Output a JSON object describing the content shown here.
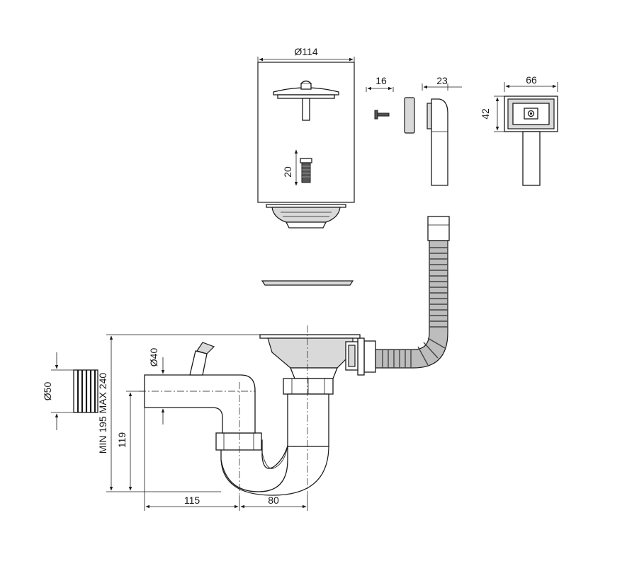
{
  "dimensions": {
    "strainer_diameter": "Ø114",
    "screw_length": "20",
    "bolt_width": "16",
    "overflow_depth": "23",
    "overflow_width": "66",
    "overflow_height": "42",
    "inlet_diameter": "Ø40",
    "wall_connector_diameter": "Ø50",
    "height_range": "MIN 195 MAX 240",
    "outlet_height": "119",
    "outlet_offset": "115",
    "trap_width": "80"
  }
}
